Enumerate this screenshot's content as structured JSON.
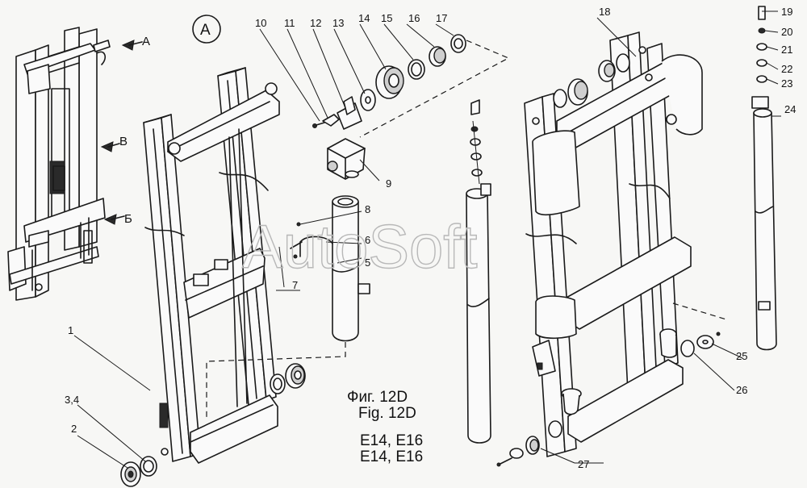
{
  "watermark": "AutoSoft",
  "view_label": "A",
  "caption": {
    "ru": "Фиг. 12D",
    "en": "Fig. 12D",
    "models_line1": "E14, E16",
    "models_line2": "E14, E16"
  },
  "view_arrows": [
    "A",
    "B",
    "Б"
  ],
  "callouts": [
    "1",
    "2",
    "3,4",
    "5",
    "6",
    "7",
    "8",
    "9",
    "10",
    "11",
    "12",
    "13",
    "14",
    "15",
    "16",
    "17",
    "18",
    "19",
    "20",
    "21",
    "22",
    "23",
    "24",
    "25",
    "26",
    "27"
  ]
}
